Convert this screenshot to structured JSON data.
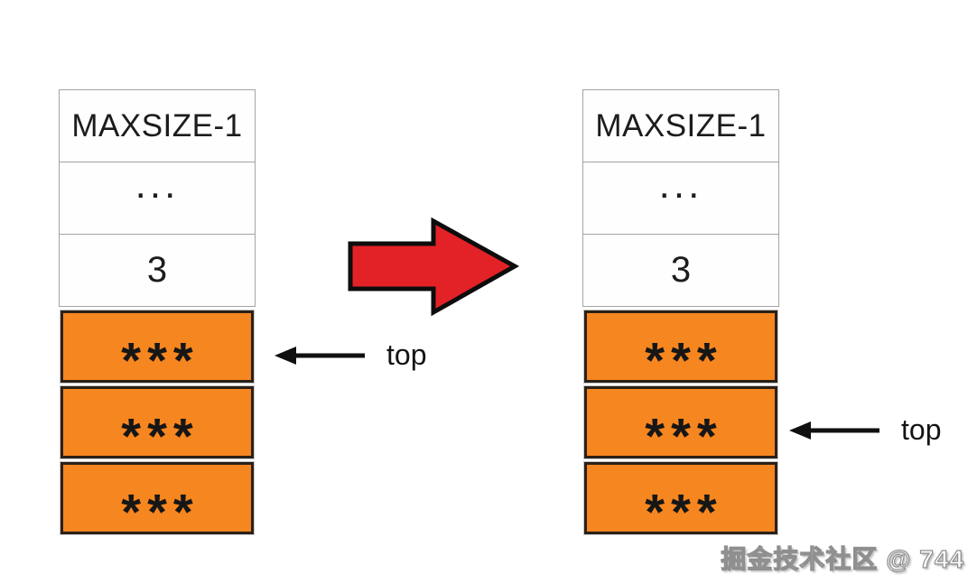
{
  "diagram": {
    "description_label": "stack pop operation before and after",
    "stacks": {
      "left": {
        "cells": [
          {
            "label": "MAXSIZE-1",
            "type": "empty"
          },
          {
            "label": "...",
            "type": "empty"
          },
          {
            "label": "3",
            "type": "empty"
          },
          {
            "label": "***",
            "type": "filled"
          },
          {
            "label": "***",
            "type": "filled"
          },
          {
            "label": "***",
            "type": "filled"
          }
        ],
        "pointer": {
          "label": "top",
          "points_to_cell_index": 3
        }
      },
      "right": {
        "cells": [
          {
            "label": "MAXSIZE-1",
            "type": "empty"
          },
          {
            "label": "...",
            "type": "empty"
          },
          {
            "label": "3",
            "type": "empty"
          },
          {
            "label": "***",
            "type": "filled"
          },
          {
            "label": "***",
            "type": "filled"
          },
          {
            "label": "***",
            "type": "filled"
          }
        ],
        "pointer": {
          "label": "top",
          "points_to_cell_index": 4
        }
      }
    }
  },
  "watermark": "掘金技术社区 @ 744",
  "colors": {
    "filled_cell": "#f6861f",
    "filled_border": "#2b2017",
    "cell_border": "#a3a3a3",
    "arrow_red": "#e32227",
    "arrow_black": "#101010",
    "text": "#1c1c1c"
  }
}
